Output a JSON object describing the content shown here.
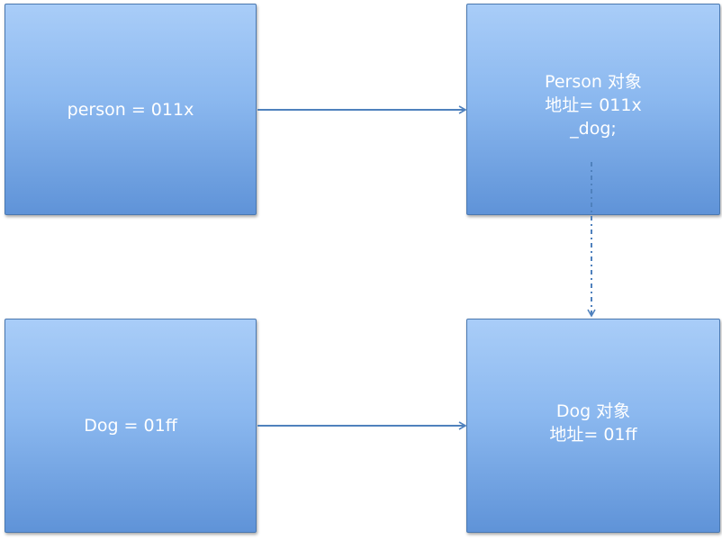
{
  "boxes": {
    "person_var": {
      "text": "person = 011x"
    },
    "person_obj": {
      "line1": "Person  对象",
      "line2": "地址= 011x",
      "line3": "_dog;"
    },
    "dog_var": {
      "text": "Dog = 01ff"
    },
    "dog_obj": {
      "line1": "Dog  对象",
      "line2": "地址= 01ff"
    }
  },
  "colors": {
    "box_top": "#a9cdf8",
    "box_bottom": "#5f93d8",
    "box_border": "#4a78b0",
    "arrow": "#4f81bd",
    "text": "#ffffff"
  }
}
